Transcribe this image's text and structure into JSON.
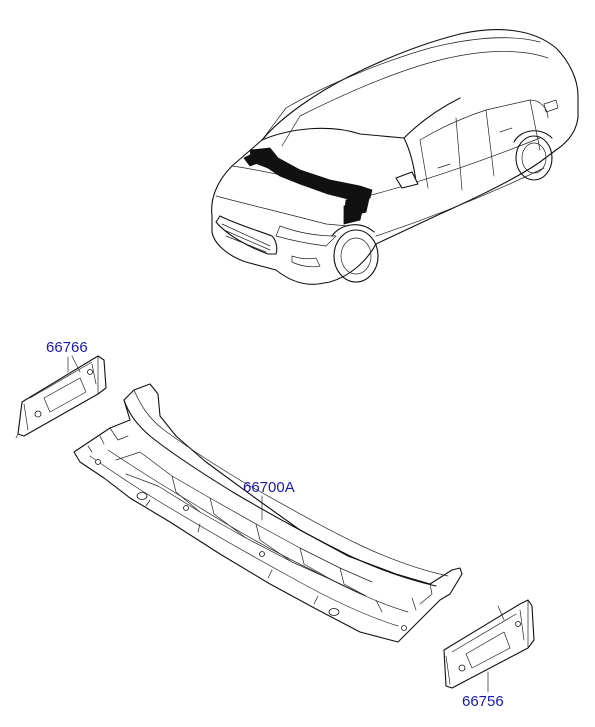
{
  "parts": [
    {
      "id": "66766",
      "label": "66766"
    },
    {
      "id": "66700A",
      "label": "66700A"
    },
    {
      "id": "66756",
      "label": "66756"
    }
  ],
  "colors": {
    "label": "#1a1aa6",
    "line": "#111111",
    "highlight": "#111111",
    "background": "#ffffff"
  }
}
